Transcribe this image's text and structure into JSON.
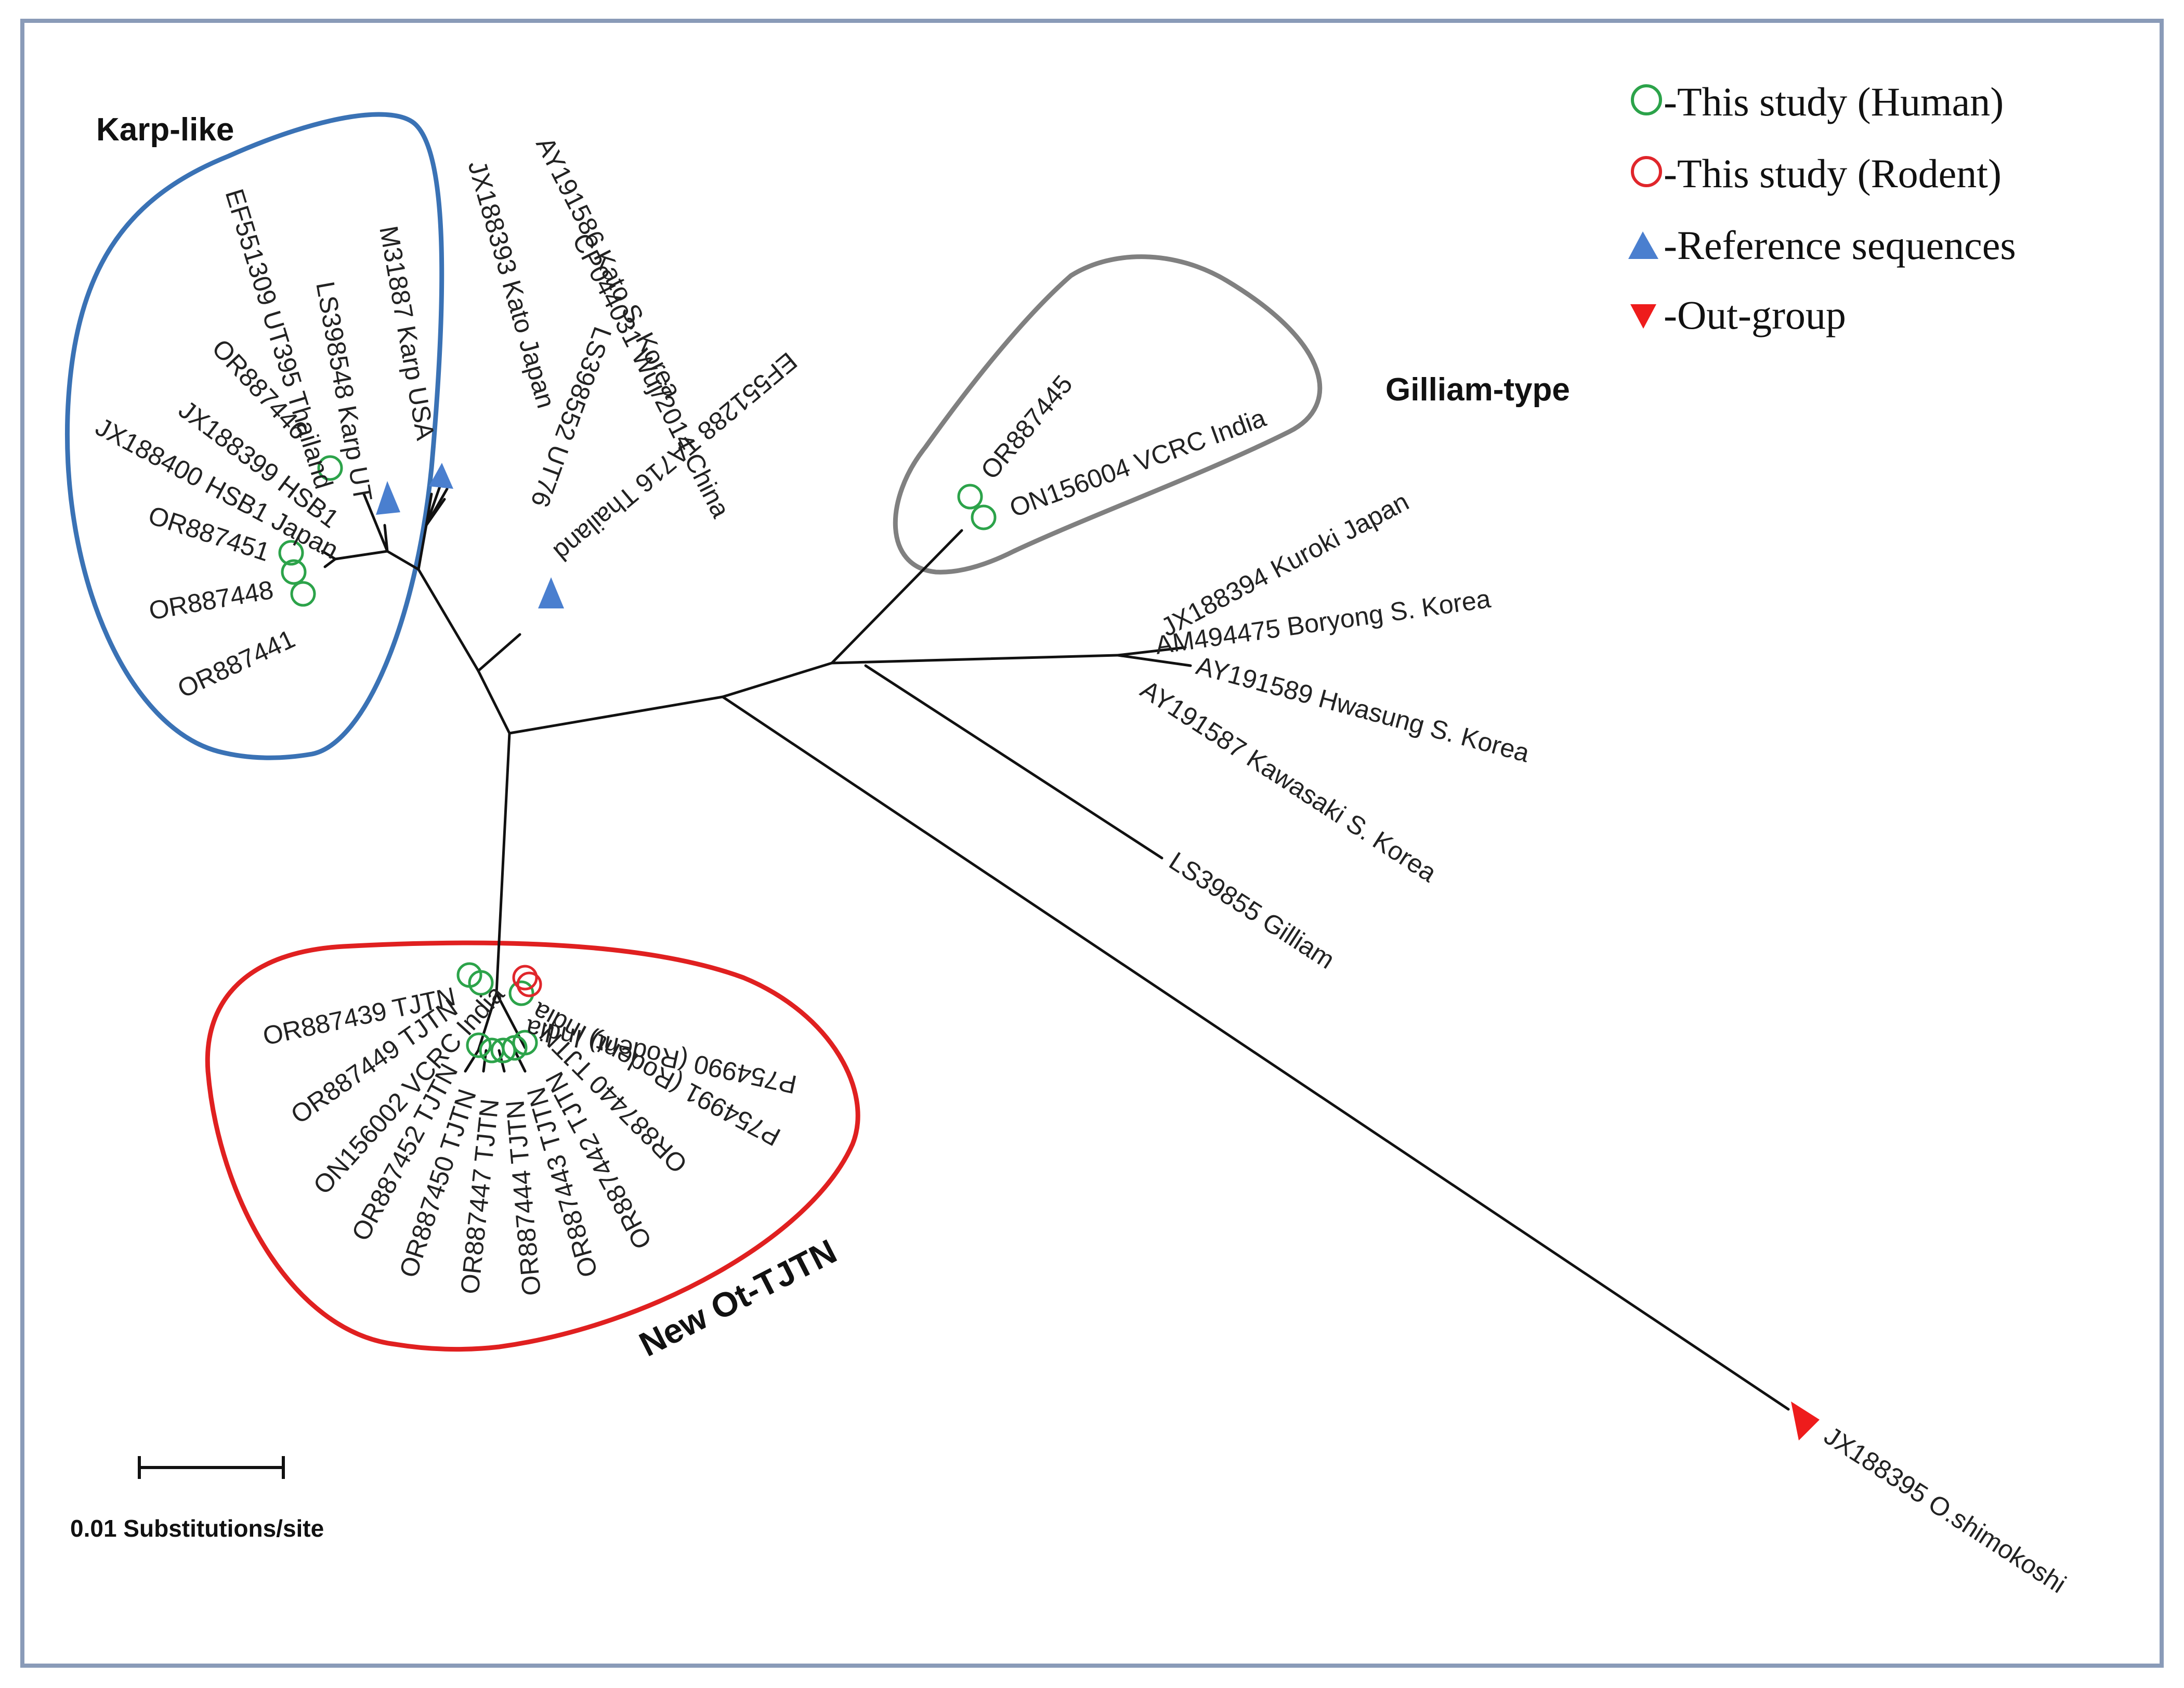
{
  "clades": {
    "karp": "Karp-like",
    "gilliam": "Gilliam-type",
    "tjtn": "New Ot-TJTN"
  },
  "legend": {
    "human": "-This study (Human)",
    "rodent": "-This study (Rodent)",
    "reference": "-Reference sequences",
    "outgroup": "-Out-group"
  },
  "scale_bar": {
    "label": "0.01 Substitutions/site"
  },
  "leaves": {
    "karp": [
      "AY191586 Kato S. Korea",
      "JX188393 Kato Japan",
      "CP044031 Wuj/2014 China",
      "M31887 Karp USA",
      "LS398548 Karp UT",
      "EF551309 UT395 Thailand",
      "OR887446",
      "JX188399 HSB1",
      "JX188400 HSB1 Japan",
      "OR887451",
      "OR887448",
      "OR887441",
      "LS398552 UT76",
      "EF551288 TA716 Thailand"
    ],
    "gilliam": [
      "OR887445",
      "ON156004 VCRC India",
      "JX188394 Kuroki Japan",
      "AM494475 Boryong S. Korea",
      "AY191589 Hwasung S. Korea",
      "AY191587 Kawasaki S. Korea",
      "LS39855 Gilliam"
    ],
    "tjtn": [
      "OR887439 TJTN",
      "OR887449 TJTN",
      "ON156002 VCRC India",
      "OR887452 TJTN",
      "OR887450 TJTN",
      "OR887447 TJTN",
      "OR887444 TJTN",
      "OR887443 TJTN",
      "OR887442 TJTN",
      "OR887440 TJTN",
      "P754991 (Rodent) India",
      "P754990 (Rodent) India"
    ],
    "outgroup": "JX188395 O.shimokoshi"
  },
  "colors": {
    "human": "#2ca34a",
    "rodent": "#e0262b",
    "reference": "#4a7fcf",
    "outgroup": "#ee1c1c",
    "karp_outline": "#3a72b5",
    "gilliam_outline": "#808080",
    "tjtn_outline": "#e02020",
    "frame": "#8a9bb8"
  }
}
